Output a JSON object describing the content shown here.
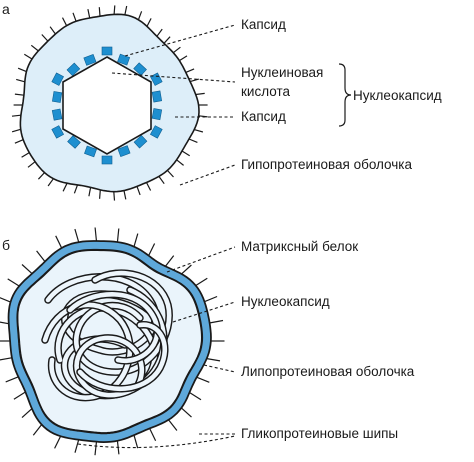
{
  "panels": {
    "a": {
      "letter": "а",
      "labels": {
        "capsid_top": "Капсид",
        "nucleic_acid_line1": "Нуклеиновая",
        "nucleic_acid_line2": "кислота",
        "capsid_bottom": "Капсид",
        "nucleocapsid": "Нуклеокапсид",
        "lipoprotein_envelope": "Гипопротеиновая оболочка"
      }
    },
    "b": {
      "letter": "б",
      "labels": {
        "matrix_protein": "Матриксный белок",
        "nucleocapsid": "Нуклеокапсид",
        "lipoprotein_envelope": "Липопротеиновая оболочка",
        "glycoprotein_spikes": "Гликопротеиновые шипы"
      }
    }
  },
  "colors": {
    "envelope_fill": "#ddeef9",
    "capsomere": "#1e8fd0",
    "membrane": "#5ea8da",
    "strand": "#eef6fc",
    "outline": "#1a1a1a"
  }
}
